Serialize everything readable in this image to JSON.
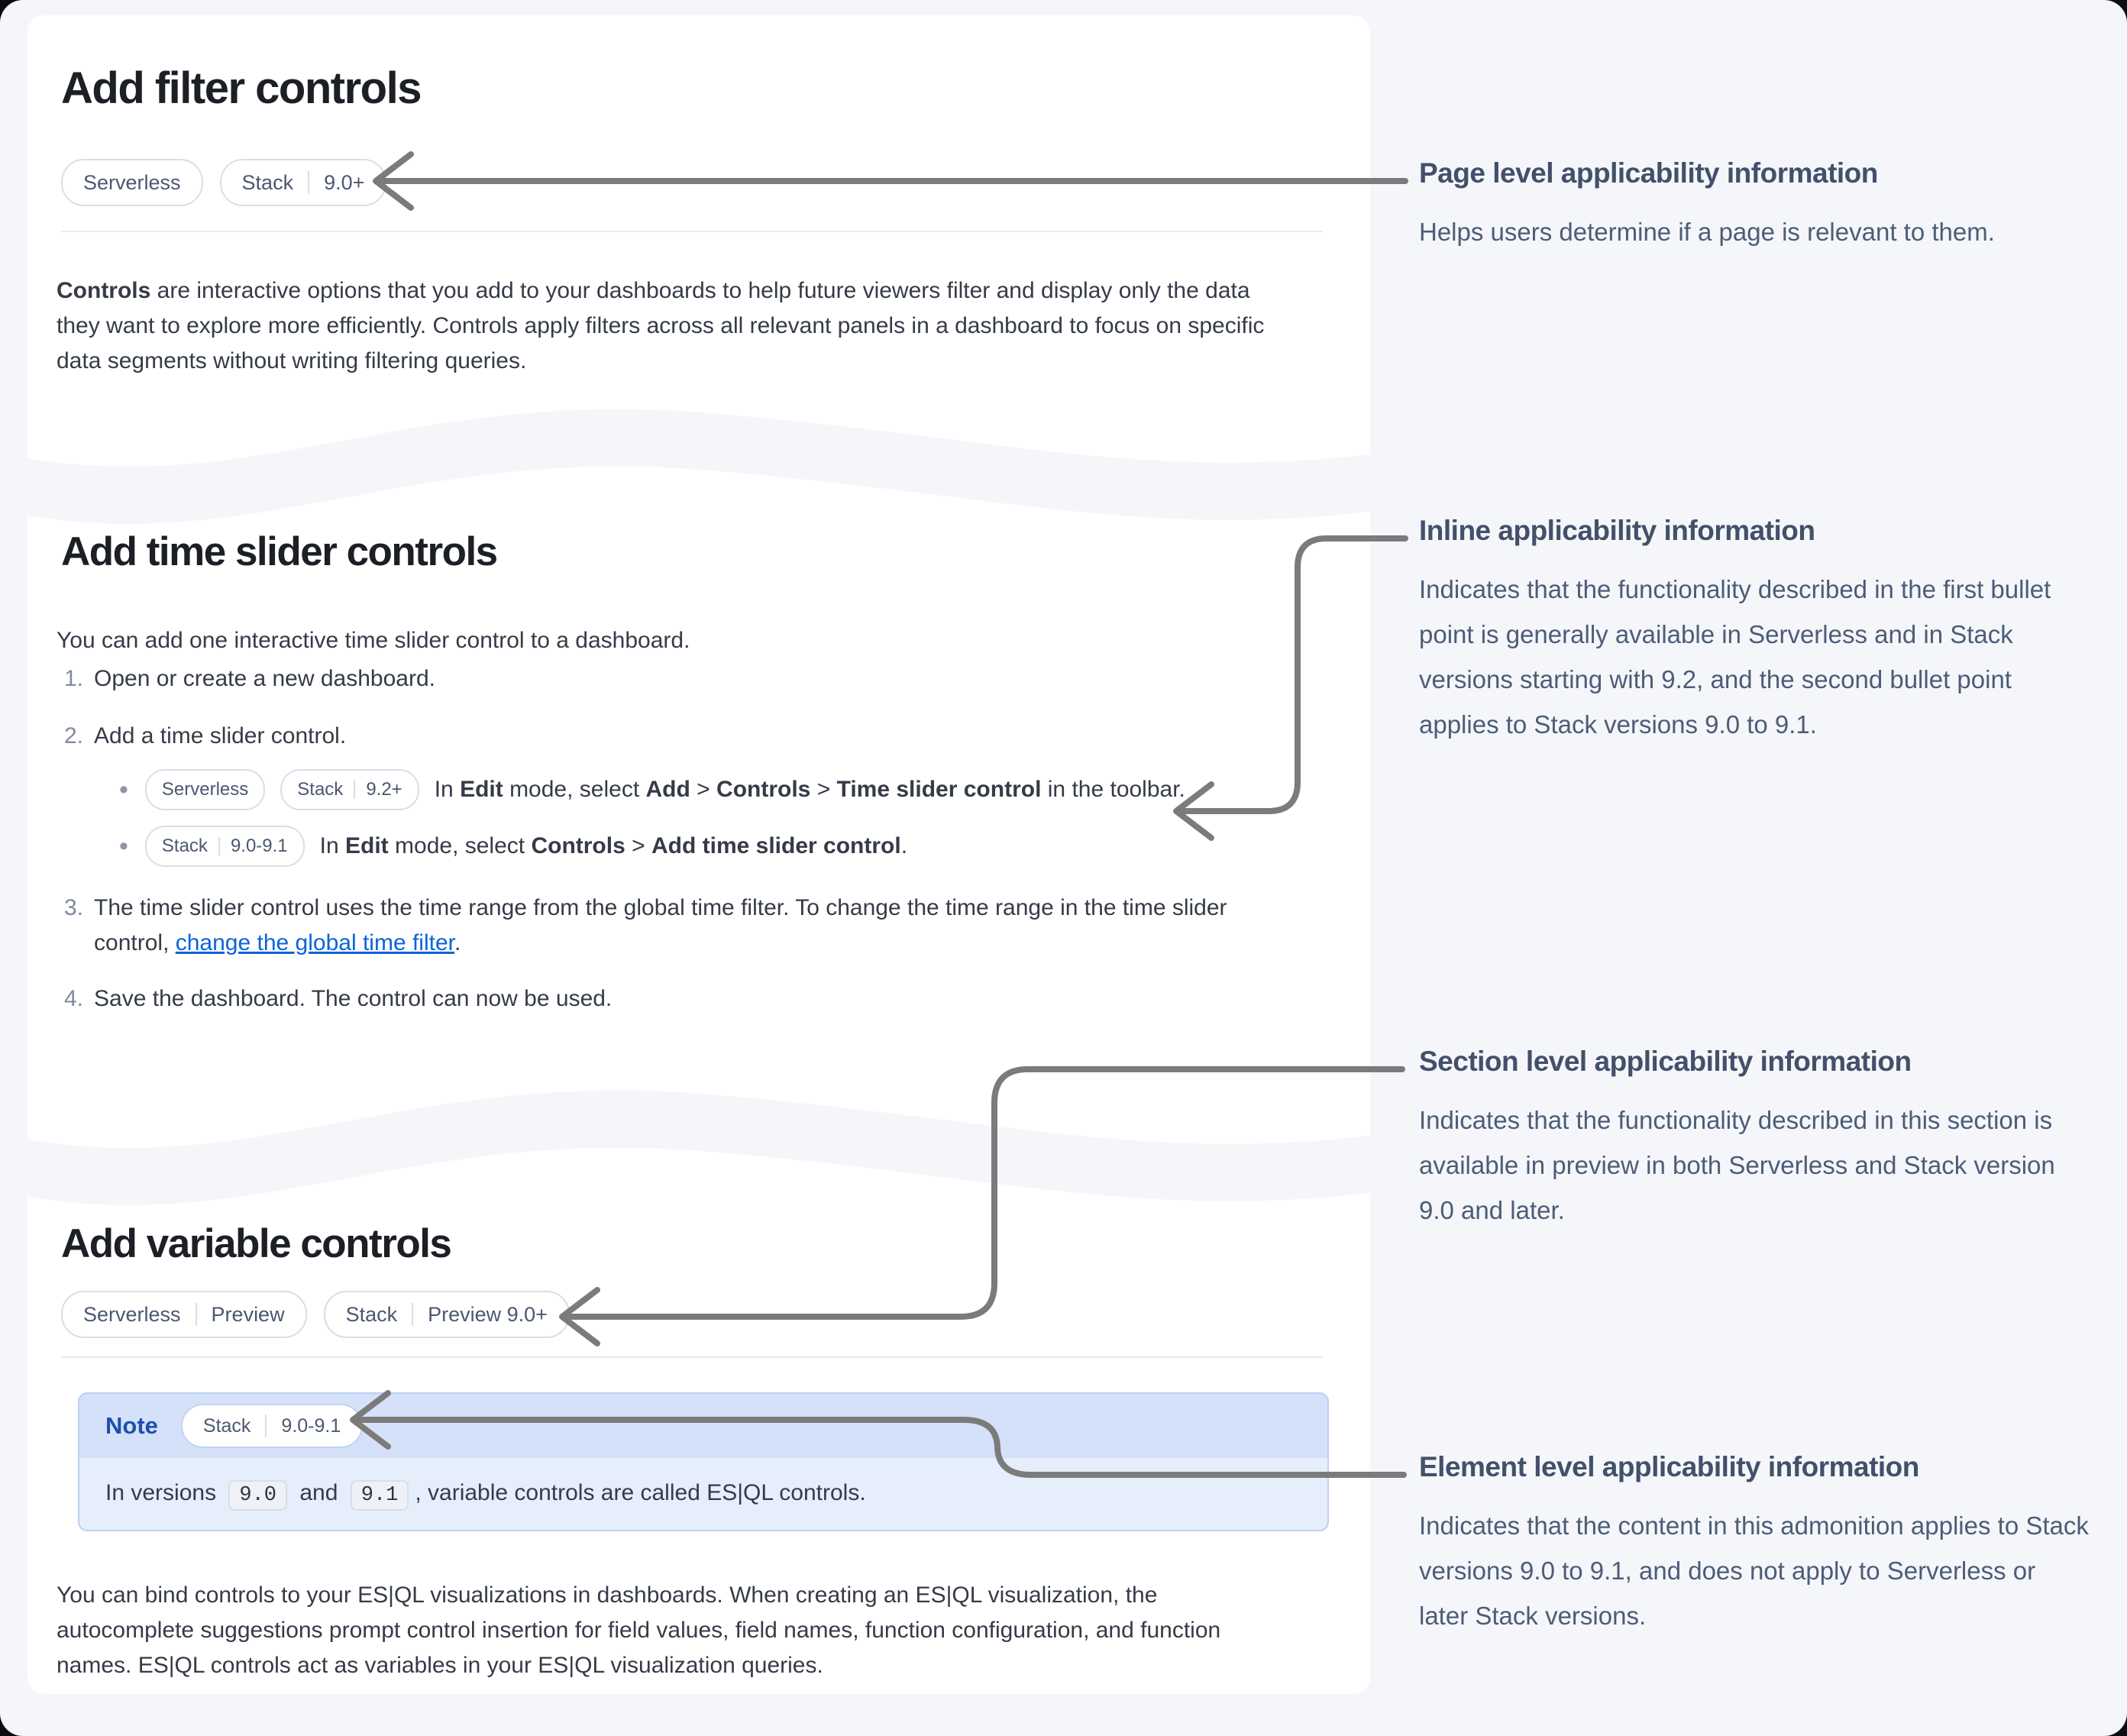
{
  "bullet_char": "•",
  "colors": {
    "page_bg": "#f4f6fa",
    "card_bg": "#ffffff",
    "note_header_bg": "#d5e1f9",
    "note_body_bg": "#e6edfb",
    "note_border": "#bcd0f5",
    "note_label_blue": "#1e4fae",
    "link_blue": "#0b63dc",
    "arrow_gray": "#7b7b7b",
    "badge_border": "#d8deea",
    "body_text": "#353b47",
    "annotation_text": "#4d5c77"
  },
  "card1": {
    "title": "Add filter controls",
    "badge_serverless": "Serverless",
    "badge_stack": "Stack",
    "badge_stack_version": "9.0+",
    "para_bold": "Controls",
    "para_rest": " are interactive options that you add to your dashboards to help future viewers filter and display only the data they want to explore more efficiently. Controls apply filters across all relevant panels in a dashboard to focus on specific data segments without writing filtering queries."
  },
  "card2": {
    "title": "Add time slider controls",
    "intro": "You can add one interactive time slider control to a dashboard.",
    "steps": {
      "m1": "1.",
      "s1": "Open or create a new dashboard.",
      "m2": "2.",
      "s2": "Add a time slider control.",
      "m3": "3.",
      "s3_pre": "The time slider control uses the time range from the global time filter. To change the time range in the time slider control, ",
      "s3_link": "change the global time filter",
      "s3_post": ".",
      "m4": "4.",
      "s4": "Save the dashboard. The control can now be used."
    },
    "bullet1": {
      "badge_serverless": "Serverless",
      "badge_stack": "Stack",
      "badge_version": "9.2+",
      "t1": "In ",
      "b1": "Edit",
      "t2": " mode, select ",
      "b2": "Add",
      "t3": " > ",
      "b3": "Controls",
      "t4": " > ",
      "b4": "Time slider control",
      "t5": " in the toolbar."
    },
    "bullet2": {
      "badge_stack": "Stack",
      "badge_version": "9.0-9.1",
      "t1": "In ",
      "b1": "Edit",
      "t2": " mode, select ",
      "b2": "Controls",
      "t3": " > ",
      "b3": "Add time slider control",
      "t4": "."
    }
  },
  "card3": {
    "title": "Add variable controls",
    "badge1_a": "Serverless",
    "badge1_b": "Preview",
    "badge2_a": "Stack",
    "badge2_b": "Preview 9.0+",
    "note": {
      "label": "Note",
      "badge_stack": "Stack",
      "badge_version": "9.0-9.1",
      "t1": "In versions ",
      "code1": "9.0",
      "t2": " and ",
      "code2": "9.1",
      "t3": ", variable controls are called ES|QL controls."
    },
    "para": "You can bind controls to your ES|QL visualizations in dashboards. When creating an ES|QL visualization, the autocomplete suggestions prompt control insertion for field values, field names, function configuration, and function names. ES|QL controls act as variables in your ES|QL visualization queries."
  },
  "annotations": [
    {
      "heading": "Page level applicability information",
      "body": "Helps users determine if a page is relevant to them."
    },
    {
      "heading": "Inline applicability information",
      "body": "Indicates that the functionality described in the first bullet point is generally available in Serverless and in Stack versions starting with 9.2, and the second bullet point applies to Stack versions 9.0 to 9.1."
    },
    {
      "heading": "Section level applicability information",
      "body": "Indicates that the functionality described in this section is available in preview in both Serverless and Stack version 9.0 and later."
    },
    {
      "heading": "Element level applicability information",
      "body": "Indicates that the content in this admonition applies to Stack versions 9.0 to 9.1, and does not apply to Serverless or later Stack versions."
    }
  ]
}
